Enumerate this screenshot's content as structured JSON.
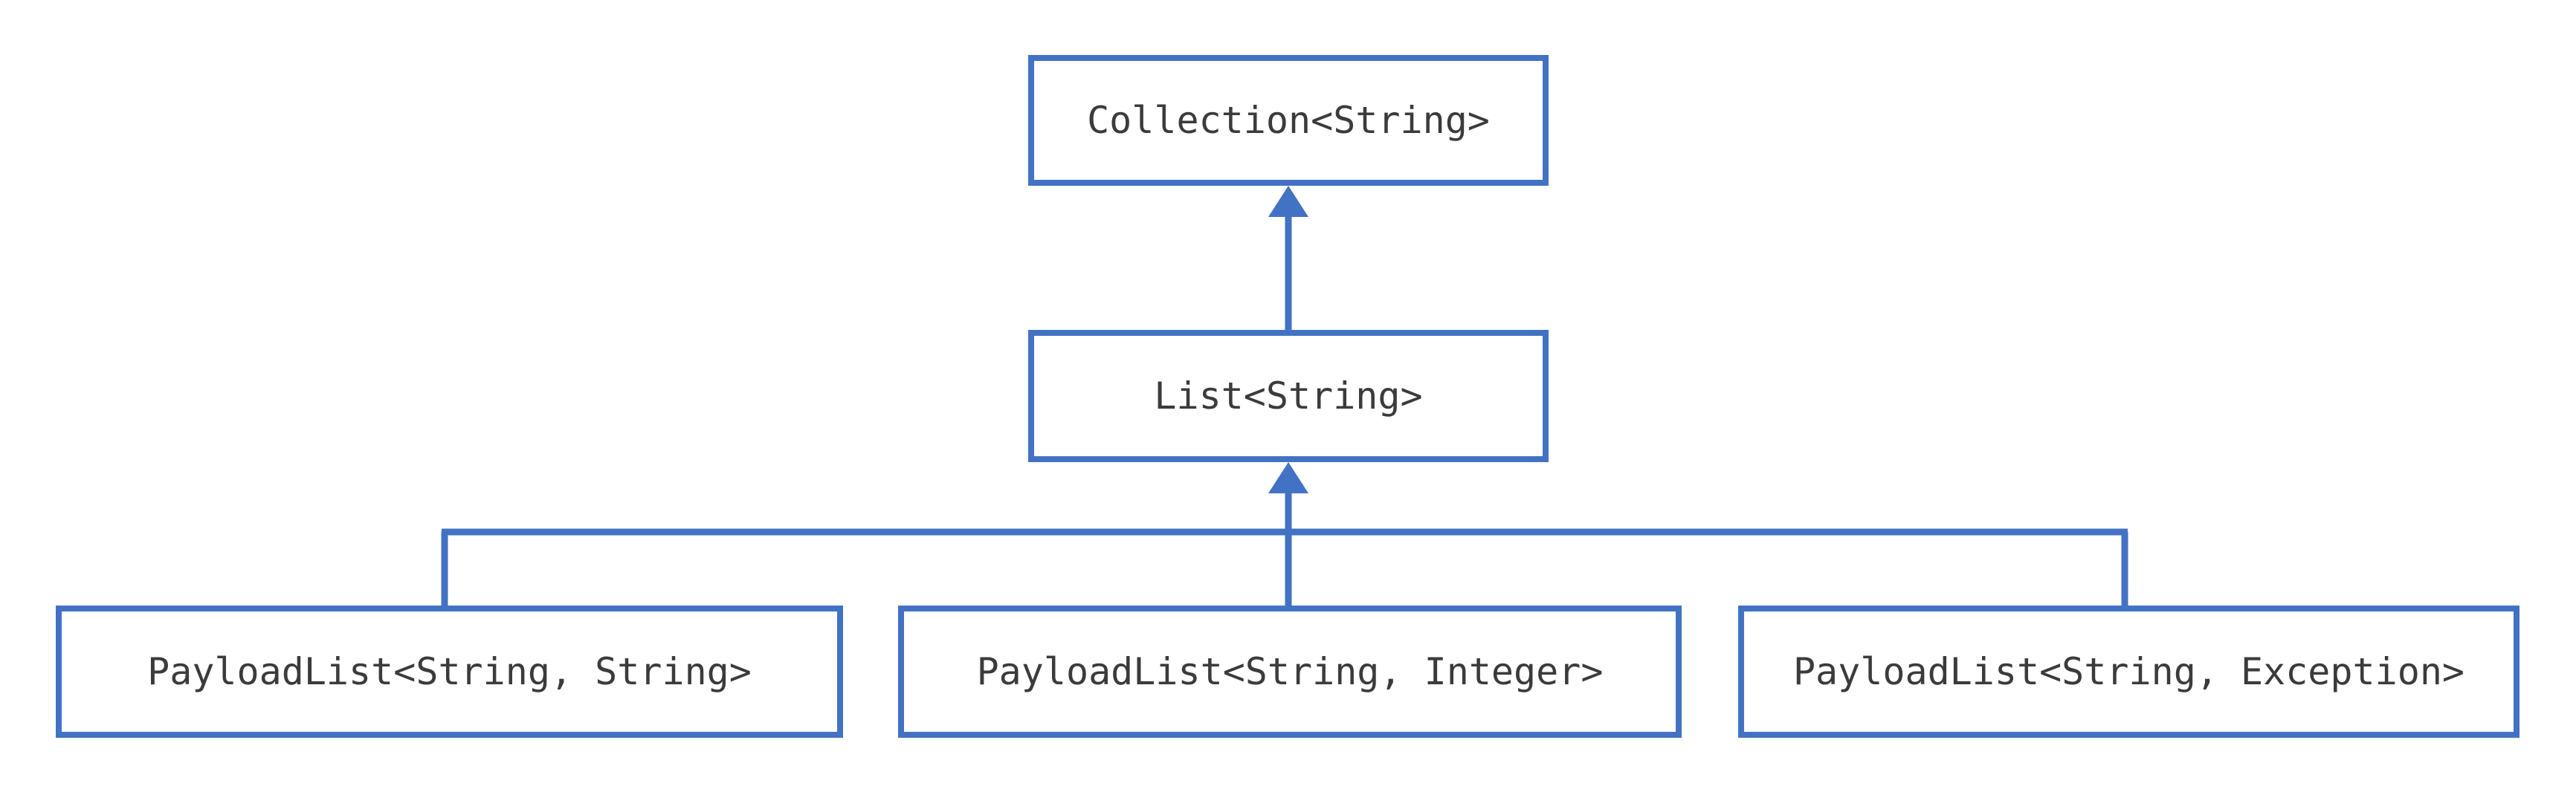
{
  "diagram": {
    "type": "class-inheritance-hierarchy",
    "title": "",
    "background_color": "#ffffff",
    "edge_color": "#4272c4",
    "node_border_color": "#4272c4",
    "node_fill_color": "#ffffff",
    "label_color": "#3b3b3b",
    "nodes": [
      {
        "id": "collection",
        "label": "Collection<String>",
        "level": 0
      },
      {
        "id": "list",
        "label": "List<String>",
        "level": 1
      },
      {
        "id": "payload_string",
        "label": "PayloadList<String, String>",
        "level": 2
      },
      {
        "id": "payload_integer",
        "label": "PayloadList<String, Integer>",
        "level": 2
      },
      {
        "id": "payload_exception",
        "label": "PayloadList<String, Exception>",
        "level": 2
      }
    ],
    "edges": [
      {
        "from": "list",
        "to": "collection",
        "arrow": "up"
      },
      {
        "from": "payload_string",
        "to": "list",
        "arrow": "up"
      },
      {
        "from": "payload_integer",
        "to": "list",
        "arrow": "up"
      },
      {
        "from": "payload_exception",
        "to": "list",
        "arrow": "up"
      }
    ]
  }
}
